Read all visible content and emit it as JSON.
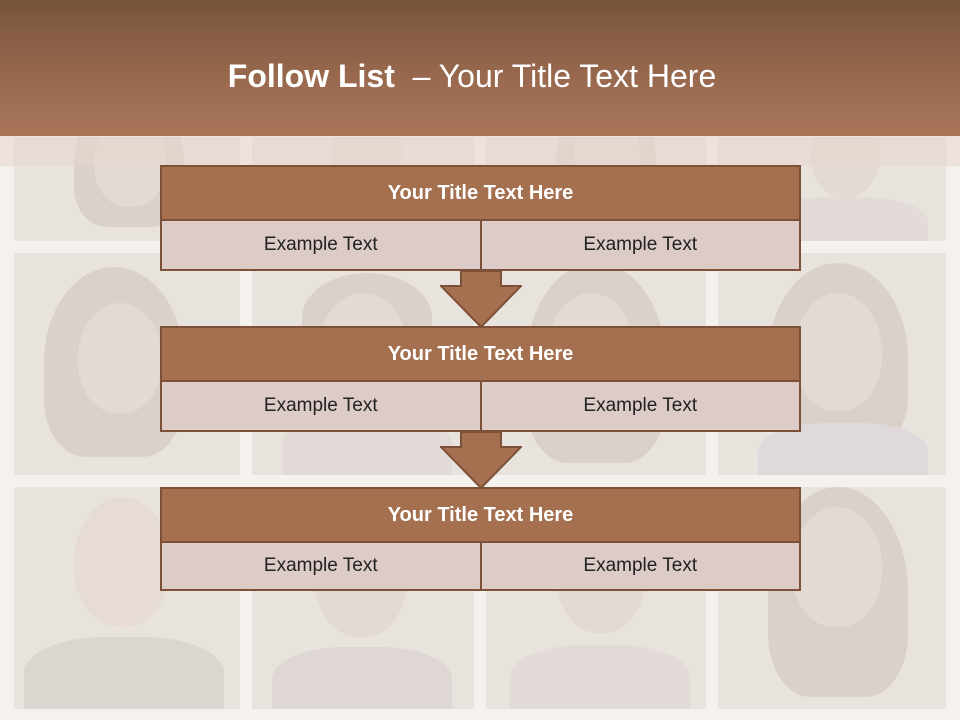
{
  "slide": {
    "title_bold": "Follow List",
    "title_rest": "  – Your Title Text Here"
  },
  "steps": [
    {
      "title": "Your Title Text Here",
      "left": "Example Text",
      "right": "Example Text"
    },
    {
      "title": "Your Title Text Here",
      "left": "Example Text",
      "right": "Example Text"
    },
    {
      "title": "Your Title Text Here",
      "left": "Example Text",
      "right": "Example Text"
    }
  ],
  "colors": {
    "header": "#9a6a4f",
    "block_title": "#a5704f",
    "cell": "#dccbc6",
    "border": "#7d5138"
  }
}
